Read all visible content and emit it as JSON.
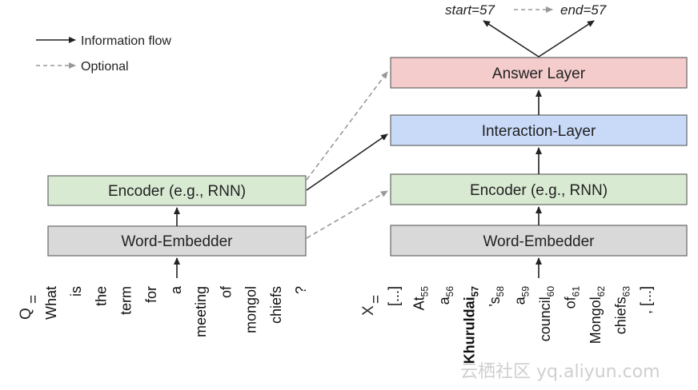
{
  "legend": {
    "information_flow": "Information flow",
    "optional": "Optional"
  },
  "output": {
    "start": "start=57",
    "end": "end=57"
  },
  "boxes": {
    "answer_layer": "Answer Layer",
    "interaction_layer": "Interaction-Layer",
    "encoder_left": "Encoder (e.g., RNN)",
    "encoder_right": "Encoder (e.g., RNN)",
    "embedder_left": "Word-Embedder",
    "embedder_right": "Word-Embedder"
  },
  "colors": {
    "answer_fill": "#f4cccc",
    "interaction_fill": "#c9daf8",
    "encoder_fill": "#d9ead3",
    "embedder_fill": "#d9d9d9",
    "box_stroke": "#666666",
    "solid_arrow": "#222222",
    "dashed_arrow": "#999999"
  },
  "question": {
    "label": "Q",
    "equals": "=",
    "tokens": [
      "What",
      "is",
      "the",
      "term",
      "for",
      "a",
      "meeting",
      "of",
      "mongol",
      "chiefs",
      "?"
    ]
  },
  "context": {
    "label": "X",
    "equals": "=",
    "tokens": [
      {
        "text": "[...]",
        "sub": "",
        "bold": false
      },
      {
        "text": "At",
        "sub": "55",
        "bold": false
      },
      {
        "text": "a",
        "sub": "56",
        "bold": false
      },
      {
        "text": "Khuruldai",
        "sub": "57",
        "bold": true
      },
      {
        "text": "’s",
        "sub": "58",
        "bold": false
      },
      {
        "text": "a",
        "sub": "59",
        "bold": false
      },
      {
        "text": "council",
        "sub": "60",
        "bold": false
      },
      {
        "text": "of",
        "sub": "61",
        "bold": false
      },
      {
        "text": "Mongol",
        "sub": "62",
        "bold": false
      },
      {
        "text": "chiefs",
        "sub": "63",
        "bold": false
      },
      {
        "text": ", [...]",
        "sub": "",
        "bold": false
      }
    ]
  },
  "watermark": "云栖社区 yq.aliyun.com"
}
